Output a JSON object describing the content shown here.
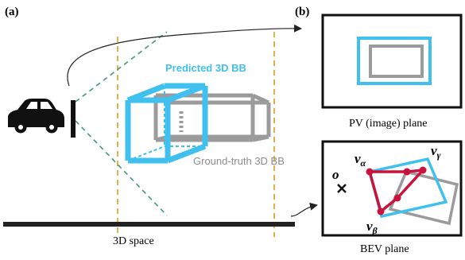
{
  "panel_a": {
    "label": "(a)",
    "predicted_label": "Predicted 3D BB",
    "ground_truth_label": "Ground-truth 3D BB",
    "space_label": "3D space"
  },
  "panel_b": {
    "label": "(b)",
    "pv_label": "PV (image) plane",
    "bev_label": "BEV plane",
    "origin_symbol": "o",
    "v_alpha": {
      "base": "v",
      "sub": "α"
    },
    "v_beta": {
      "base": "v",
      "sub": "β"
    },
    "v_gamma": {
      "base": "v",
      "sub": "γ"
    }
  },
  "colors": {
    "predicted": "#3fc0ef",
    "ground_truth": "#9b9b9b",
    "corner_highlight": "#c8143c",
    "frustum": "#3f9a72",
    "guides": "#d4a020",
    "frame": "#111111"
  },
  "icons": [
    "car-icon",
    "camera-sensor",
    "origin-marker"
  ]
}
